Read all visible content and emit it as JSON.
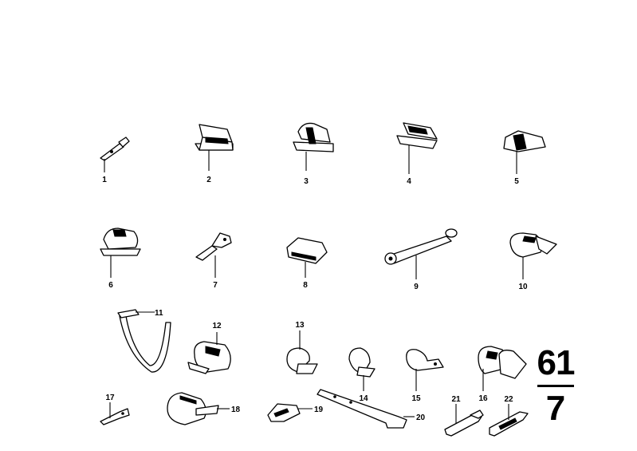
{
  "diagram": {
    "group_number": "61",
    "sub_number": "7",
    "parts": [
      {
        "label": "1"
      },
      {
        "label": "2"
      },
      {
        "label": "3"
      },
      {
        "label": "4"
      },
      {
        "label": "5"
      },
      {
        "label": "6"
      },
      {
        "label": "7"
      },
      {
        "label": "8"
      },
      {
        "label": "9"
      },
      {
        "label": "10"
      },
      {
        "label": "11"
      },
      {
        "label": "12"
      },
      {
        "label": "13"
      },
      {
        "label": "14"
      },
      {
        "label": "15"
      },
      {
        "label": "16"
      },
      {
        "label": "17"
      },
      {
        "label": "18"
      },
      {
        "label": "19"
      },
      {
        "label": "20"
      },
      {
        "label": "21"
      },
      {
        "label": "22"
      }
    ]
  }
}
